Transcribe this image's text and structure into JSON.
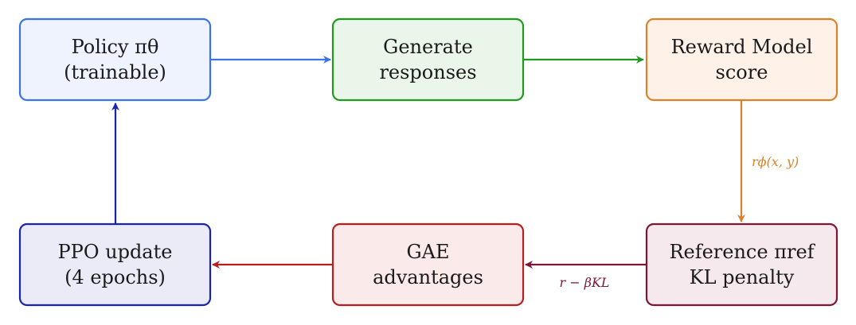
{
  "nodes": {
    "policy": {
      "line1": "Policy πθ",
      "line2": "(trainable)",
      "stroke": "#3b73e6",
      "fill": "#eef3fd"
    },
    "generate": {
      "line1": "Generate",
      "line2": "responses",
      "stroke": "#1f9a1f",
      "fill": "#ebf6ea"
    },
    "reward": {
      "line1": "Reward Model",
      "line2": "score",
      "stroke": "#d9822b",
      "fill": "#fdf1e8"
    },
    "reference": {
      "line1": "Reference πref",
      "line2": "KL penalty",
      "stroke": "#7d1535",
      "fill": "#f5e9ee"
    },
    "gae": {
      "line1": "GAE",
      "line2": "advantages",
      "stroke": "#b81e1e",
      "fill": "#faeaea"
    },
    "ppo": {
      "line1": "PPO update",
      "line2": "(4 epochs)",
      "stroke": "#1a23b0",
      "fill": "#ebebf8"
    }
  },
  "edges": {
    "policy_to_generate": {
      "color": "#3b73e6"
    },
    "generate_to_reward": {
      "color": "#1f9a1f"
    },
    "reward_to_reference": {
      "color": "#d9822b",
      "label": "rϕ(x, y)"
    },
    "reference_to_gae": {
      "color": "#7d1535",
      "label": "r − βKL"
    },
    "gae_to_ppo": {
      "color": "#b81e1e"
    },
    "ppo_to_policy": {
      "color": "#1a23b0"
    }
  }
}
